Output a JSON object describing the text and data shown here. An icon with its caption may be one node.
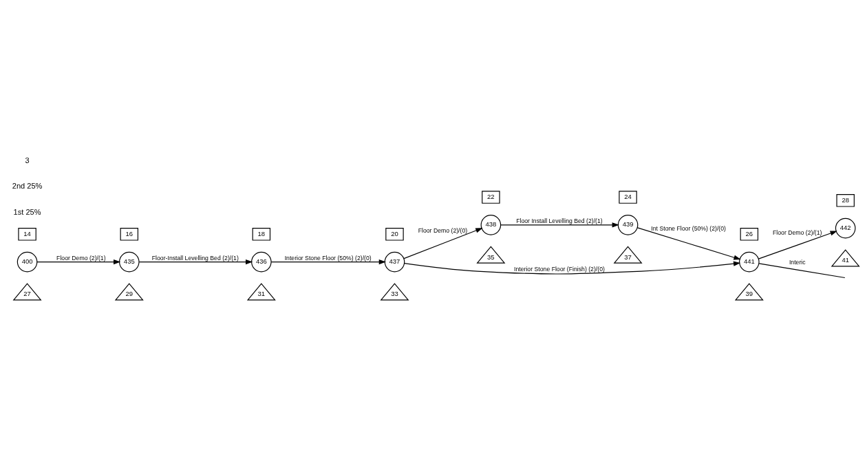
{
  "diagram": {
    "nodes": [
      {
        "text": [
          "14"
        ]
      },
      {
        "text": [
          "400"
        ]
      },
      {
        "text": [
          "27"
        ]
      },
      {
        "text": [
          "16"
        ]
      },
      {
        "text": [
          "435"
        ]
      },
      {
        "text": [
          "29"
        ]
      },
      {
        "text": [
          "18"
        ]
      },
      {
        "text": [
          "436"
        ]
      },
      {
        "text": [
          "31"
        ]
      },
      {
        "text": [
          "20"
        ]
      },
      {
        "text": [
          "437"
        ]
      },
      {
        "text": [
          "33"
        ]
      },
      {
        "text": [
          "22"
        ]
      },
      {
        "text": [
          "438"
        ]
      },
      {
        "text": [
          "35"
        ]
      },
      {
        "text": [
          "24"
        ]
      },
      {
        "text": [
          "439"
        ]
      },
      {
        "text": [
          "37"
        ]
      },
      {
        "text": [
          "26"
        ]
      },
      {
        "text": [
          "441"
        ]
      },
      {
        "text": [
          "39"
        ]
      },
      {
        "text": [
          "28"
        ]
      },
      {
        "text": [
          "442"
        ]
      },
      {
        "text": [
          "41"
        ]
      }
    ],
    "edges": [
      {
        "from": 1,
        "to": 4,
        "arrow": "to",
        "label": "Floor Demo (2)/(1)"
      },
      {
        "from": 4,
        "to": 7,
        "arrow": "to",
        "label": "Floor-Install Levelling Bed (2)/(1)"
      },
      {
        "from": 7,
        "to": 10,
        "arrow": "to",
        "label": "Interior Stone Floor (50%) (2)/(0)"
      },
      {
        "from": 10,
        "to": 19,
        "arrow": "to",
        "label": "Interior Stone Floor (Finish) (2)/(0)"
      },
      {
        "from": 10,
        "to": 13,
        "arrow": "to",
        "label": "Floor Demo (2)/(0)"
      },
      {
        "from": 13,
        "to": 16,
        "arrow": "to",
        "label": "Floor Install Levelling Bed (2)/(1)"
      },
      {
        "from": 16,
        "to": 19,
        "arrow": "to",
        "label": "Int Stone Floor (50%) (2)/(0)"
      },
      {
        "from": 19,
        "to": 22,
        "arrow": "to",
        "label": "Floor Demo (2)/(1)"
      },
      {
        "from": 19,
        "to": null,
        "arrow": "none",
        "label": "Interic"
      }
    ],
    "labels": [
      "1st 25%",
      "2nd 25%",
      "3"
    ]
  }
}
